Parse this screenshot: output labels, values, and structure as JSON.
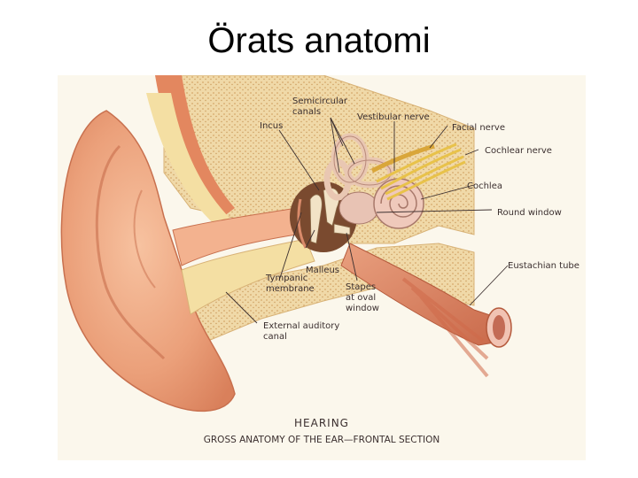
{
  "slide": {
    "title": "Örats anatomi"
  },
  "figure": {
    "caption_title": "HEARING",
    "caption_subtitle": "GROSS ANATOMY OF THE EAR—FRONTAL SECTION",
    "labels": {
      "semicircular_1": "Semicircular",
      "semicircular_2": "canals",
      "incus": "Incus",
      "vestibular_nerve": "Vestibular nerve",
      "facial_nerve": "Facial nerve",
      "cochlear_nerve": "Cochlear nerve",
      "cochlea": "Cochlea",
      "round_window": "Round window",
      "eustachian_tube": "Eustachian tube",
      "malleus": "Malleus",
      "tympanic_1": "Tympanic",
      "tympanic_2": "membrane",
      "stapes_1": "Stapes",
      "stapes_2": "at oval",
      "stapes_3": "window",
      "external_1": "External auditory",
      "external_2": "canal"
    }
  }
}
